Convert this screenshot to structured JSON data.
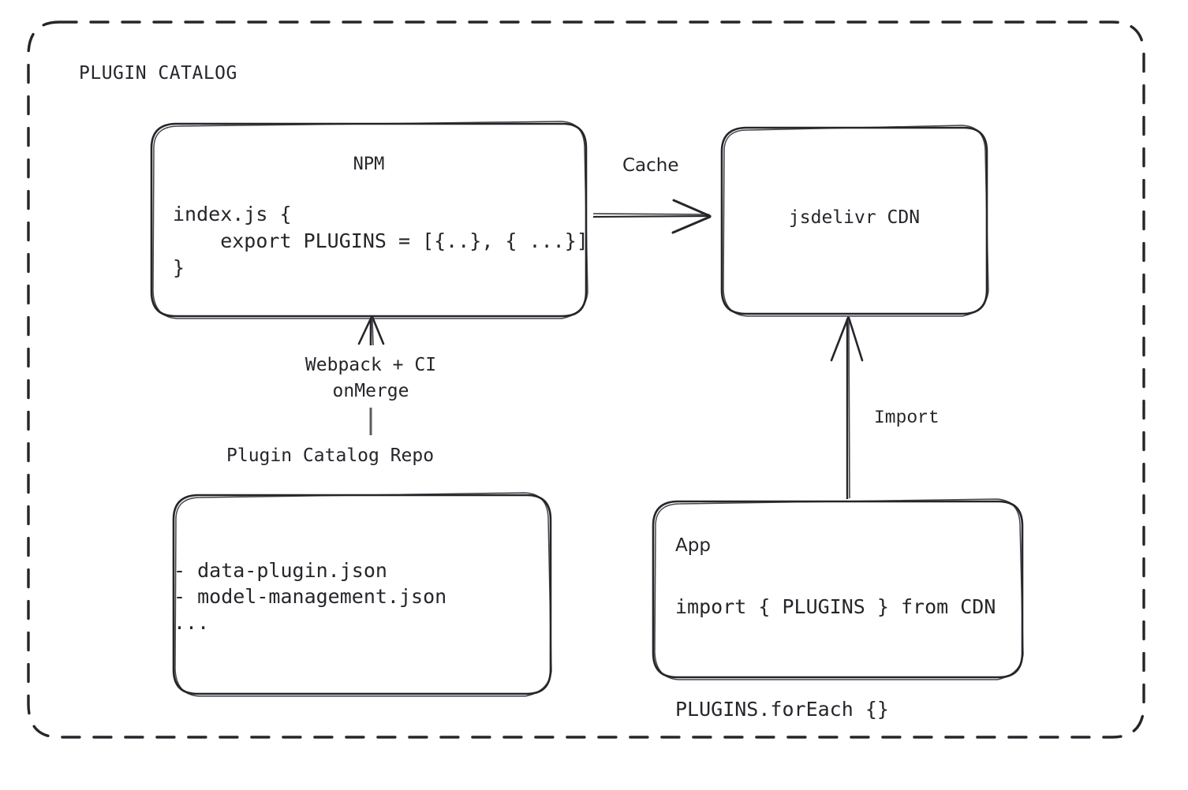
{
  "diagram": {
    "title": "PLUGIN CATALOG",
    "background_color": "#ffffff",
    "stroke_color": "#25262a",
    "text_color": "#25262a"
  },
  "nodes": {
    "npm": {
      "title": "NPM",
      "code_lines": "index.js {\n    export PLUGINS = [{..}, { ...}]\n}"
    },
    "cdn": {
      "title": "jsdelivr CDN"
    },
    "repo": {
      "label": "Plugin Catalog Repo",
      "items": "- data-plugin.json\n- model-management.json\n..."
    },
    "app": {
      "title": "App",
      "code_lines": "import { PLUGINS } from CDN\n\nPLUGINS.forEach {}"
    }
  },
  "edges": {
    "cache": {
      "label": "Cache"
    },
    "build": {
      "label": "Webpack + CI\nonMerge"
    },
    "import": {
      "label": "Import"
    }
  }
}
